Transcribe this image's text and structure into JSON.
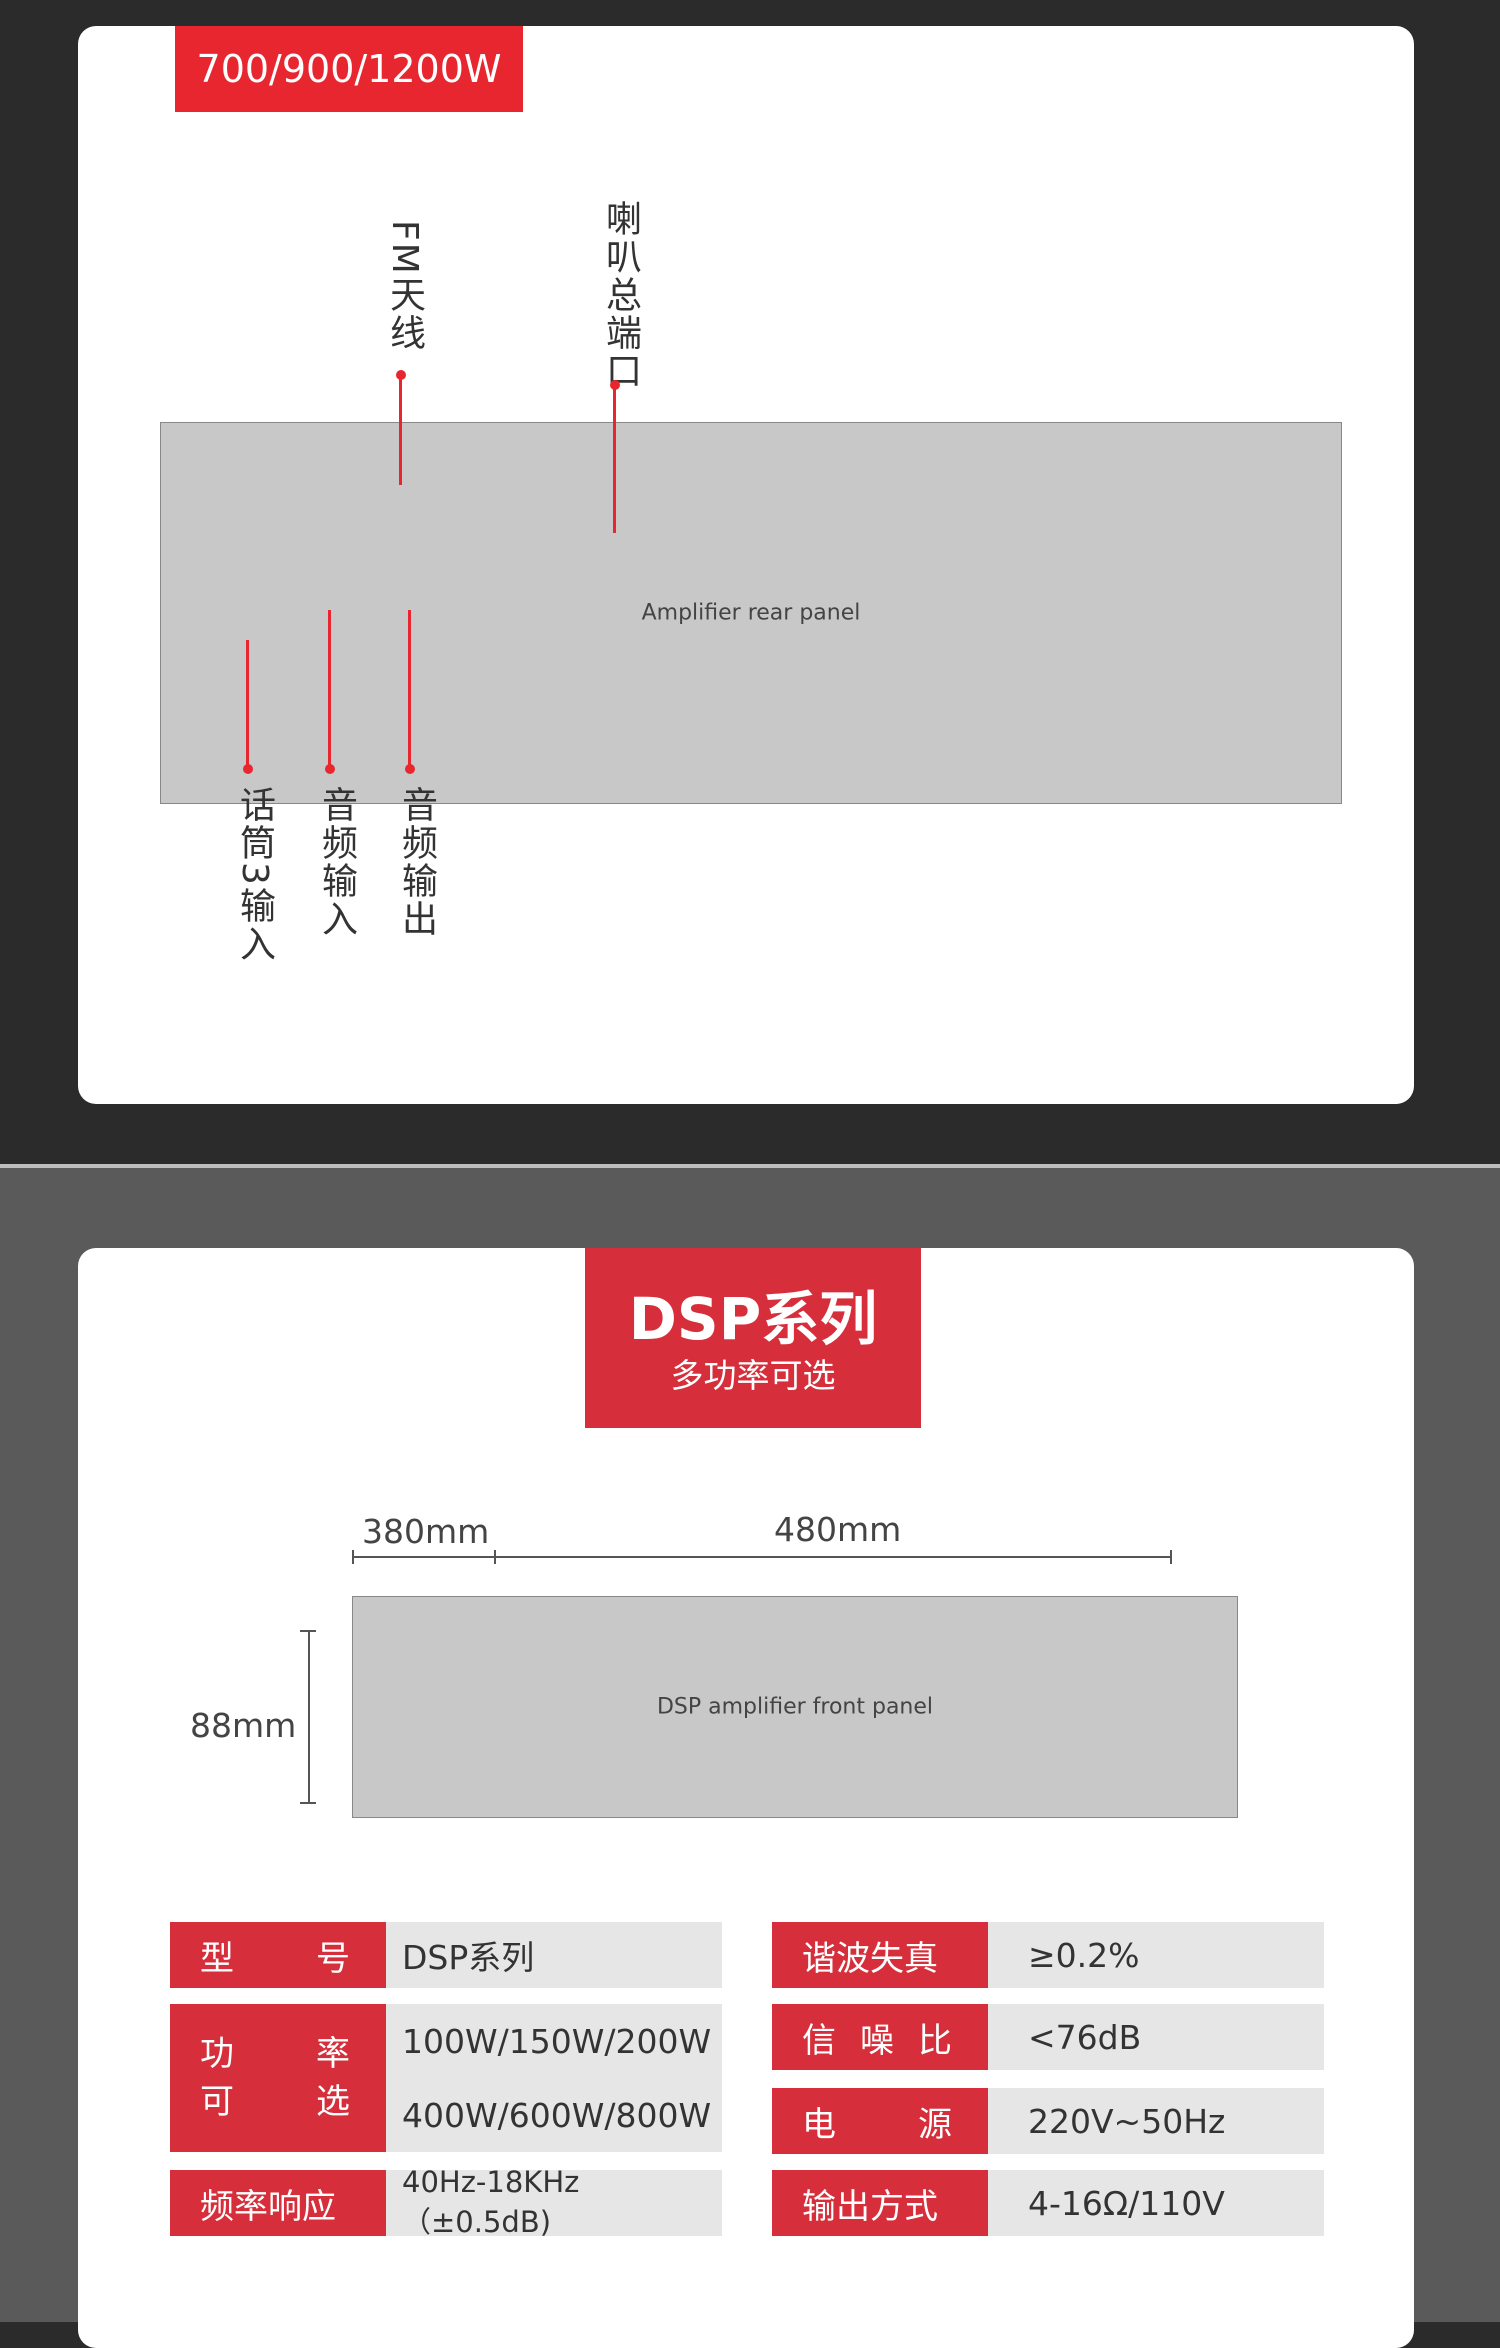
{
  "top_card": {
    "tag": "700/900/1200W",
    "labels": {
      "fm_antenna": "FM天线",
      "speaker_port": "喇叭总端口",
      "mic3_input": "话筒3输入",
      "audio_input": "音频输入",
      "audio_output": "音频输出"
    },
    "image_label": "Amplifier rear panel"
  },
  "bottom_card": {
    "badge_title": "DSP系列",
    "badge_subtitle": "多功率可选",
    "dims": {
      "depth": "380mm",
      "width": "480mm",
      "height": "88mm"
    },
    "image_label": "DSP amplifier front panel",
    "specs_left": {
      "model_label": [
        "型",
        "号"
      ],
      "model_value": "DSP系列",
      "power_label_row1": [
        "功",
        "率"
      ],
      "power_label_row2": [
        "可",
        "选"
      ],
      "power_value_1": "100W/150W/200W",
      "power_value_2": "400W/600W/800W",
      "freq_label": "频率响应",
      "freq_value": "40Hz-18KHz（±0.5dB)"
    },
    "specs_right": {
      "thd_label": "谐波失真",
      "thd_value": "≥0.2%",
      "snr_label": [
        "信",
        "噪",
        "比"
      ],
      "snr_value": "<76dB",
      "power_supply_label": [
        "电",
        "源"
      ],
      "power_supply_value": "220V~50Hz",
      "output_label": "输出方式",
      "output_value": "4-16Ω/110V"
    }
  }
}
